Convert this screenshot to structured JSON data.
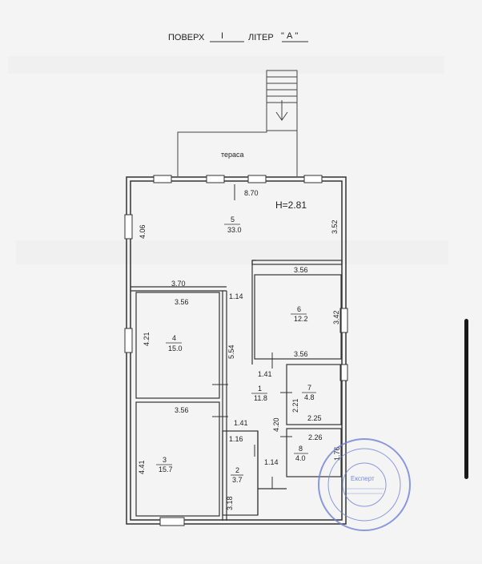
{
  "header": {
    "floor_label": "ПОВЕРХ",
    "floor_value": "I",
    "letter_label": "ЛІТЕР",
    "letter_value": "\" А \""
  },
  "terrace_label": "тераса",
  "ceiling_height": "H=2.81",
  "rooms": [
    {
      "number": "5",
      "area": "33.0"
    },
    {
      "number": "6",
      "area": "12.2"
    },
    {
      "number": "4",
      "area": "15.0"
    },
    {
      "number": "1",
      "area": "11.8"
    },
    {
      "number": "7",
      "area": "4.8"
    },
    {
      "number": "3",
      "area": "15.7"
    },
    {
      "number": "2",
      "area": "3.7"
    },
    {
      "number": "8",
      "area": "4.0"
    }
  ],
  "dimensions": {
    "top_width": "8.70",
    "left_height_5": "4.06",
    "right_height_5": "3.52",
    "width_6_top": "3.56",
    "width_3_70": "3.70",
    "width_1_14_top": "1.14",
    "width_4_top": "3.56",
    "height_4": "4.21",
    "height_corridor": "5.54",
    "height_6": "3.42",
    "width_6_bottom": "3.56",
    "width_1_41_top": "1.41",
    "height_7": "2.21",
    "width_7": "2.25",
    "height_4_20": "4.20",
    "width_3_top": "3.56",
    "width_1_41_mid": "1.41",
    "width_8": "2.26",
    "height_8": "1.76",
    "width_1_16": "1.16",
    "width_1_14_bottom": "1.14",
    "height_3": "4.41",
    "height_2": "3.18"
  },
  "stamp": {
    "title": "Експерт"
  }
}
